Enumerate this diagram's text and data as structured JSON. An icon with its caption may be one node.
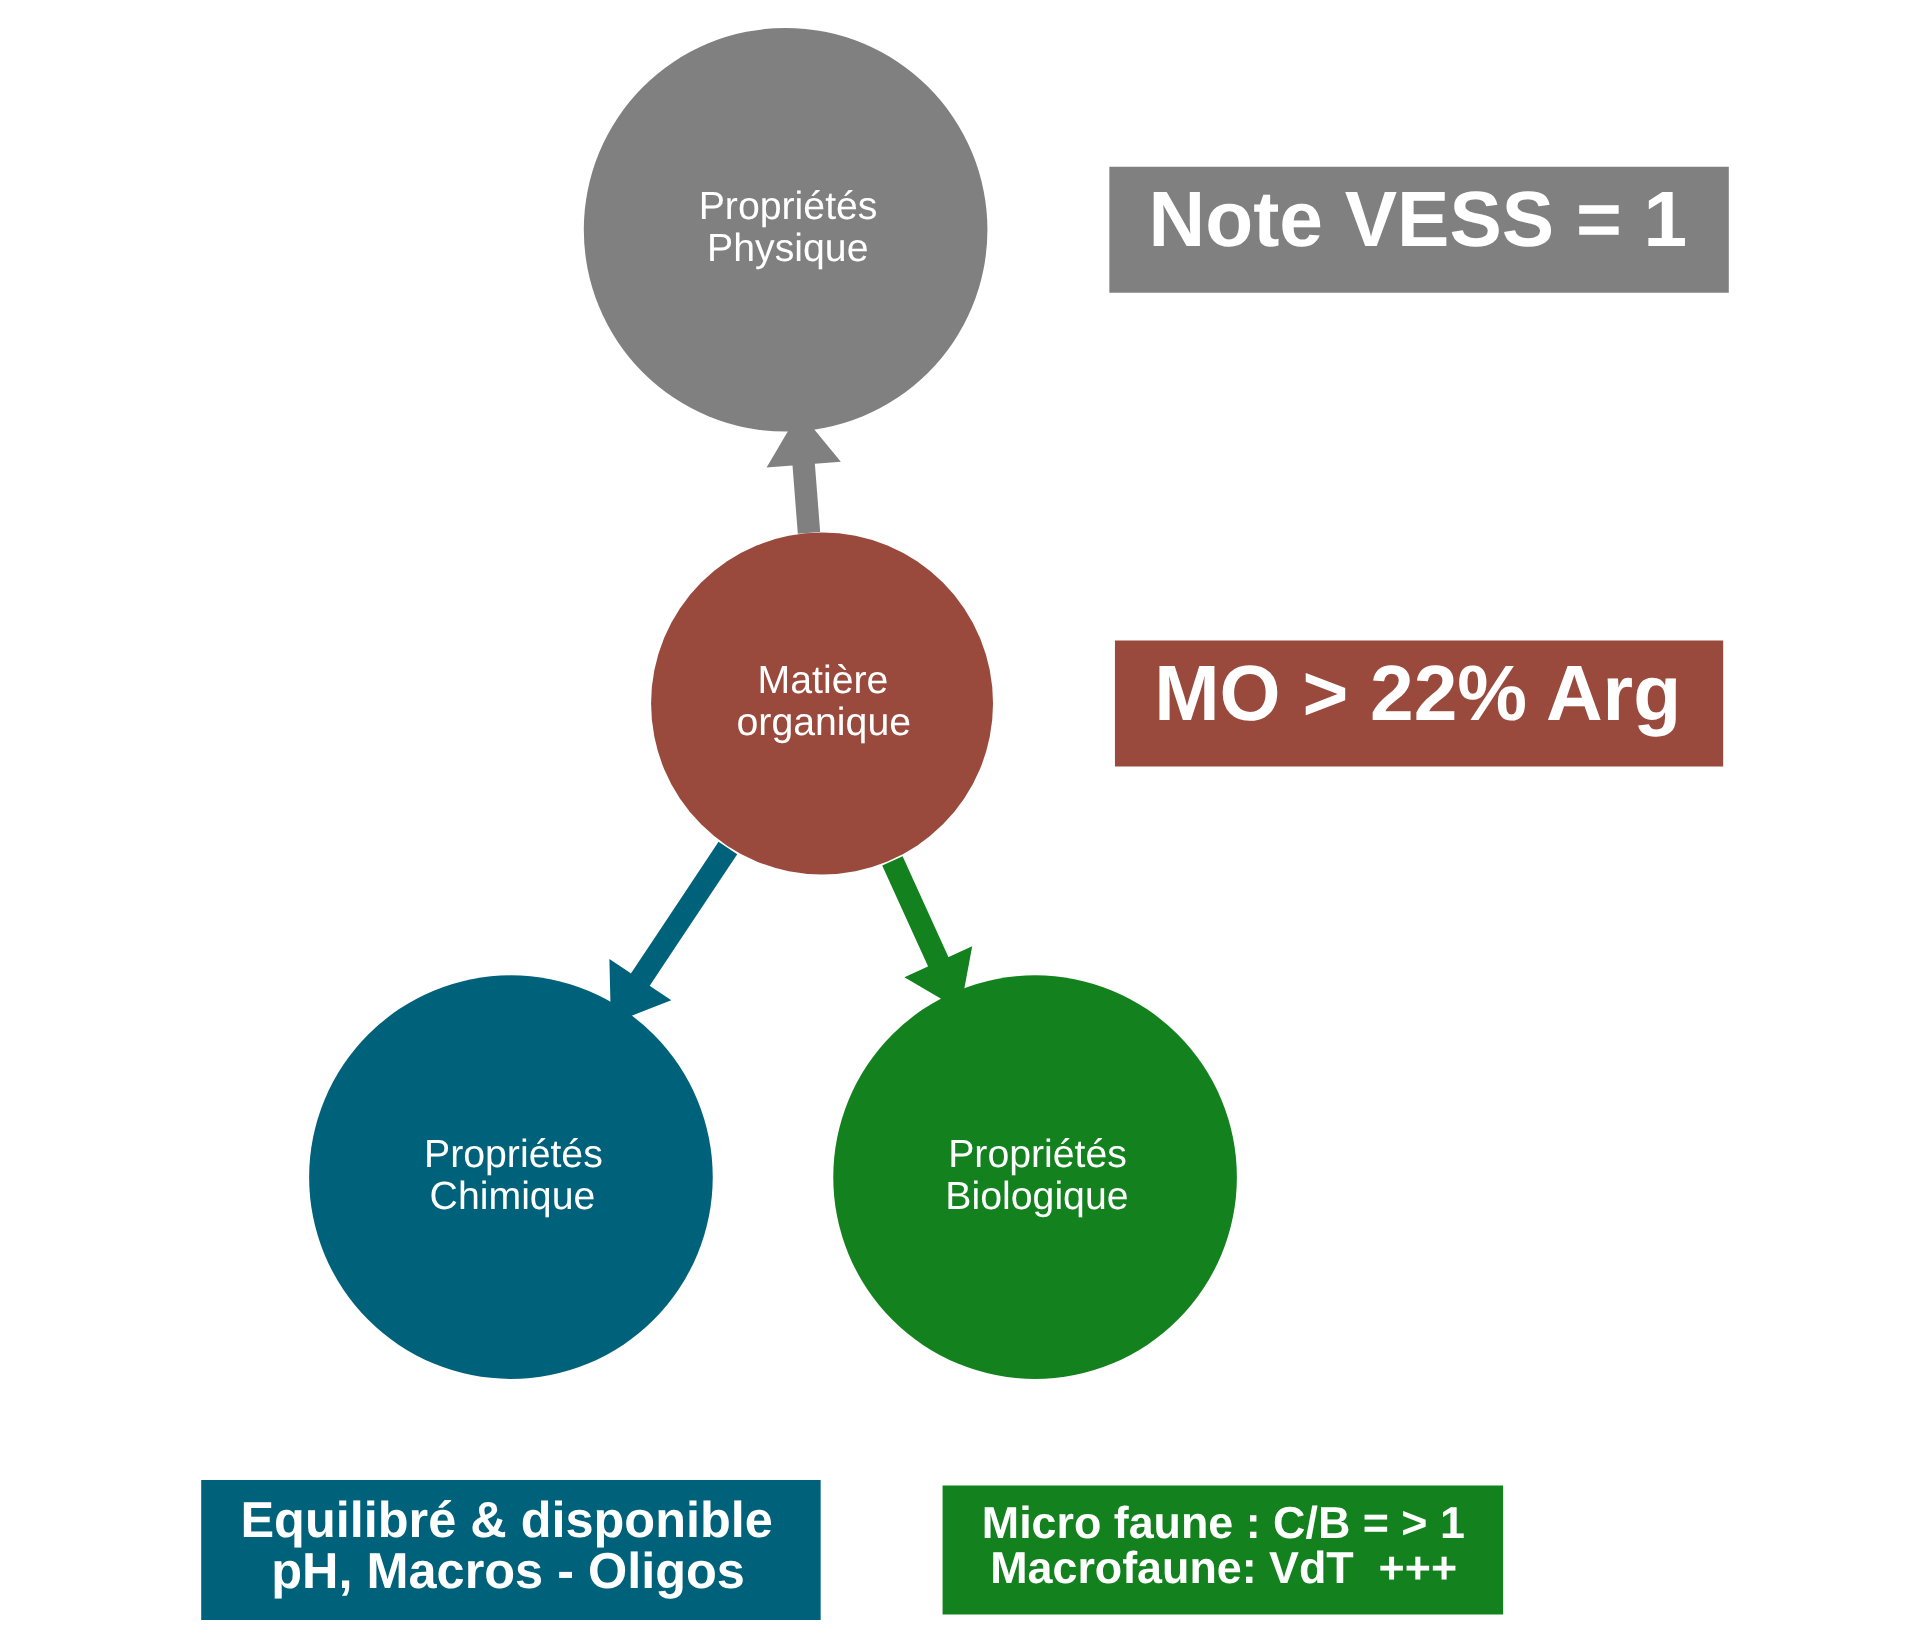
{
  "diagram": {
    "nodes": [
      {
        "text": [
          "Matière organique"
        ]
      },
      {
        "text": [
          "Propriétés Physique"
        ]
      },
      {
        "text": [
          "Propriétés Chimique"
        ]
      },
      {
        "text": [
          "Propriétés Biologique"
        ]
      },
      {
        "text": [
          "Note VESS = 1"
        ]
      },
      {
        "text": [
          "MO > 22% Arg"
        ]
      },
      {
        "text": [
          "Equilibré & disponible",
          "pH, Macros - Oligos"
        ]
      },
      {
        "text": [
          "Micro faune : C/B = > 1",
          "Macrofaune: VdT  +++"
        ]
      }
    ],
    "edges": [
      {
        "from": 0,
        "to": 1,
        "arrow": "to",
        "color": "#808080"
      },
      {
        "from": 0,
        "to": 2,
        "arrow": "to",
        "color": "#00627a"
      },
      {
        "from": 0,
        "to": 3,
        "arrow": "to",
        "color": "#13821e"
      }
    ]
  }
}
